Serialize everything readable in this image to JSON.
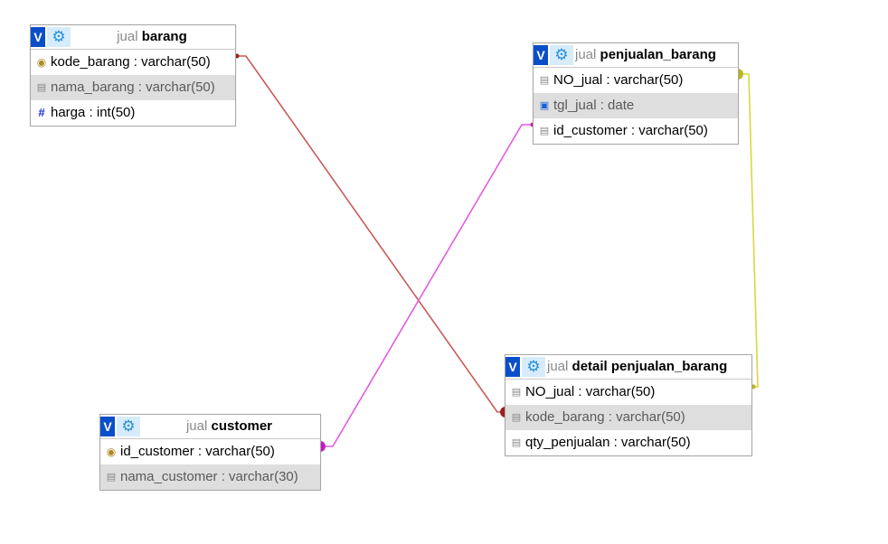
{
  "tables": {
    "barang": {
      "db": "jual",
      "name": "barang",
      "columns": [
        {
          "text": "kode_barang : varchar(50)",
          "icon": "key-icon"
        },
        {
          "text": "nama_barang : varchar(50)",
          "icon": "column-icon"
        },
        {
          "text": "harga : int(50)",
          "icon": "numeric-icon"
        }
      ]
    },
    "penjualan_barang": {
      "db": "jual",
      "name": "penjualan_barang",
      "columns": [
        {
          "text": "NO_jual : varchar(50)",
          "icon": "column-icon"
        },
        {
          "text": "tgl_jual : date",
          "icon": "date-icon"
        },
        {
          "text": "id_customer : varchar(50)",
          "icon": "column-icon"
        }
      ]
    },
    "detail_penjualan_barang": {
      "db": "jual",
      "name": "detail penjualan_barang",
      "columns": [
        {
          "text": "NO_jual : varchar(50)",
          "icon": "column-icon"
        },
        {
          "text": "kode_barang : varchar(50)",
          "icon": "column-icon"
        },
        {
          "text": "qty_penjualan : varchar(50)",
          "icon": "column-icon"
        }
      ]
    },
    "customer": {
      "db": "jual",
      "name": "customer",
      "columns": [
        {
          "text": "id_customer : varchar(50)",
          "icon": "key-icon"
        },
        {
          "text": "nama_customer : varchar(30)",
          "icon": "column-icon"
        }
      ]
    }
  },
  "header_icons": {
    "view": "V",
    "options": "gear-icon"
  },
  "relations": [
    {
      "from": "barang.kode_barang",
      "to": "detail_penjualan_barang.kode_barang",
      "color": "#c85a5a",
      "dot": "#a11e1e"
    },
    {
      "from": "customer.id_customer",
      "to": "penjualan_barang.id_customer",
      "color": "#e05ce0",
      "dot": "#c41ec4"
    },
    {
      "from": "penjualan_barang.NO_jual",
      "to": "detail_penjualan_barang.NO_jual",
      "color": "#d8d840",
      "dot": "#b8b820"
    }
  ]
}
